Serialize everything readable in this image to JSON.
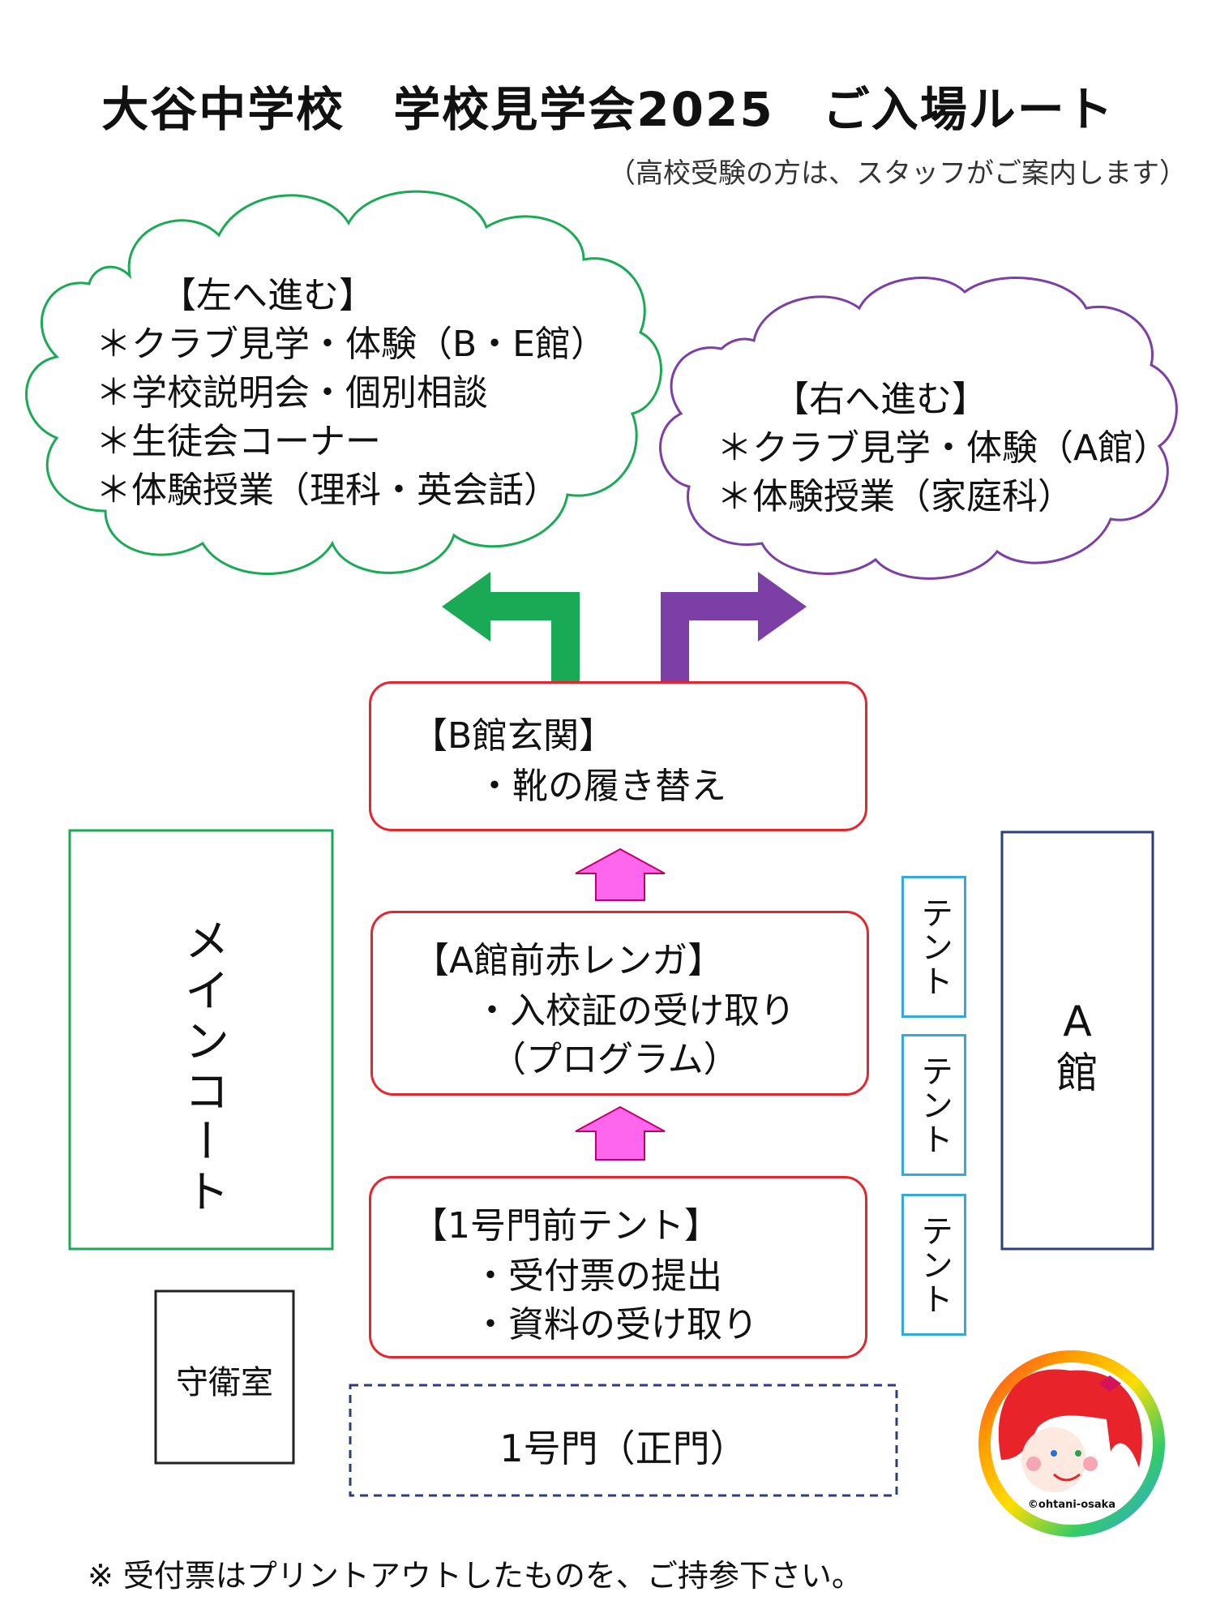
{
  "title": "大谷中学校　学校見学会2025　ご入場ルート",
  "subtitle": "（高校受験の方は、スタッフがご案内します）",
  "left_cloud": {
    "heading": "【左へ進む】",
    "items": [
      "＊クラブ見学・体験（B・E館）",
      "＊学校説明会・個別相談",
      "＊生徒会コーナー",
      "＊体験授業（理科・英会話）"
    ]
  },
  "right_cloud": {
    "heading": "【右へ進む】",
    "items": [
      "＊クラブ見学・体験（A館）",
      "＊体験授業（家庭科）"
    ]
  },
  "steps": [
    {
      "heading": "【B館玄関】",
      "lines": [
        "・靴の履き替え"
      ]
    },
    {
      "heading": "【A館前赤レンガ】",
      "lines": [
        "・入校証の受け取り",
        "（プログラム）"
      ]
    },
    {
      "heading": "【1号門前テント】",
      "lines": [
        "・受付票の提出",
        "・資料の受け取り"
      ]
    }
  ],
  "main_court": "メインコート",
  "building_a": {
    "line1": "A",
    "line2": "館"
  },
  "tents": [
    "テント",
    "テント",
    "テント"
  ],
  "guard_room": "守衛室",
  "gate": "1号門（正門）",
  "logo_text": "©ohtani-osaka",
  "footer": "※ 受付票はプリントアウトしたものを、ご持参下さい。",
  "colors": {
    "green": "#1aaa55",
    "purple": "#7b3fa5",
    "red": "#e6262e",
    "pink_arrow": "#ff66ee",
    "tent_blue": "#35a8dc",
    "building_blue": "#2b3f7a"
  }
}
